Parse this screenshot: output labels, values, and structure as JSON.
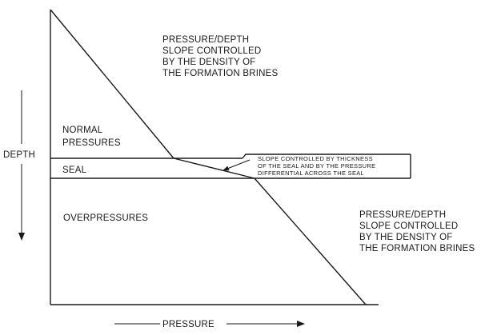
{
  "axes": {
    "y_label": "DEPTH",
    "x_label": "PRESSURE"
  },
  "zones": {
    "normal": [
      "NORMAL",
      "PRESSURES"
    ],
    "seal": "SEAL",
    "over": "OVERPRESSURES"
  },
  "annotations": {
    "upper_slope": [
      "PRESSURE/DEPTH",
      "SLOPE CONTROLLED",
      "BY THE DENSITY OF",
      "THE FORMATION BRINES"
    ],
    "seal_slope": [
      "SLOPE CONTROLLED BY THICKNESS",
      "OF THE SEAL AND BY THE PRESSURE",
      "DIFFERENTIAL ACROSS THE SEAL"
    ],
    "lower_slope": [
      "PRESSURE/DEPTH",
      "SLOPE CONTROLLED",
      "BY THE DENSITY OF",
      "THE FORMATION BRINES"
    ]
  },
  "colors": {
    "ink": "#1a1a1a",
    "background": "#ffffff"
  }
}
